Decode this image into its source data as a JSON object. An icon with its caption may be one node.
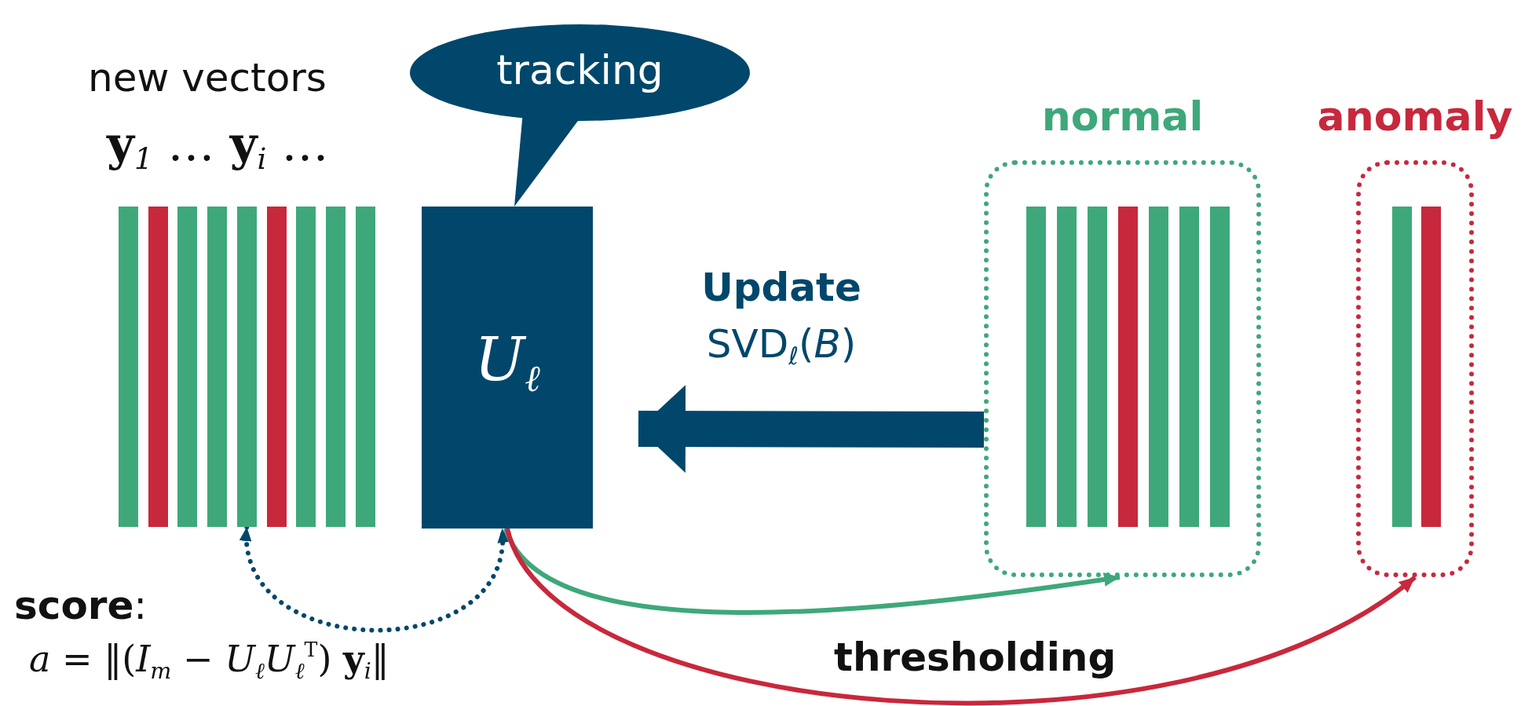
{
  "diagram": {
    "nodes": [
      {
        "text": [
          "new vectors",
          "**y**$_{1}$ … **y**$_{i}$ …"
        ]
      },
      {
        "text": [],
        "shape": "bar",
        "in": 0
      },
      {
        "text": [],
        "shape": "bar",
        "in": 0
      },
      {
        "text": [],
        "shape": "bar",
        "in": 0
      },
      {
        "text": [],
        "shape": "bar",
        "in": 0
      },
      {
        "text": [],
        "shape": "bar",
        "in": 0
      },
      {
        "text": [],
        "shape": "bar",
        "in": 0
      },
      {
        "text": [],
        "shape": "bar",
        "in": 0
      },
      {
        "text": [],
        "shape": "bar",
        "in": 0
      },
      {
        "text": [],
        "shape": "bar",
        "in": 0
      },
      {
        "text": [
          "tracking"
        ]
      },
      {
        "text": [
          "*U*$_{ℓ}$"
        ]
      },
      {
        "text": [
          "normal"
        ]
      },
      {
        "text": [],
        "shape": "bar",
        "in": 12
      },
      {
        "text": [],
        "shape": "bar",
        "in": 12
      },
      {
        "text": [],
        "shape": "bar",
        "in": 12
      },
      {
        "text": [],
        "shape": "bar",
        "in": 12
      },
      {
        "text": [],
        "shape": "bar",
        "in": 12
      },
      {
        "text": [],
        "shape": "bar",
        "in": 12
      },
      {
        "text": [],
        "shape": "bar",
        "in": 12
      },
      {
        "text": [
          "anomaly"
        ]
      },
      {
        "text": [],
        "shape": "bar",
        "in": 20
      },
      {
        "text": [],
        "shape": "bar",
        "in": 20
      }
    ],
    "edges": [
      {
        "from": 5,
        "to": 11,
        "arrow": "both",
        "style": "dashed"
      },
      {
        "from": 12,
        "to": 11,
        "arrow": "to",
        "style": "thick",
        "label": "**Update** SVD$_{ℓ}$(*B*)"
      },
      {
        "from": 11,
        "to": 12,
        "arrow": "to",
        "color": "#3ea87a"
      },
      {
        "from": 11,
        "to": 20,
        "arrow": "to",
        "color": "#c8283c"
      }
    ],
    "labels": [
      "**score**:",
      "*a* = ‖(*I*$_{m}$ − *U*$_{ℓ}$*U*$_{ℓ}$$^{T}$) **y**$_{i}$‖",
      "thresholding"
    ]
  }
}
